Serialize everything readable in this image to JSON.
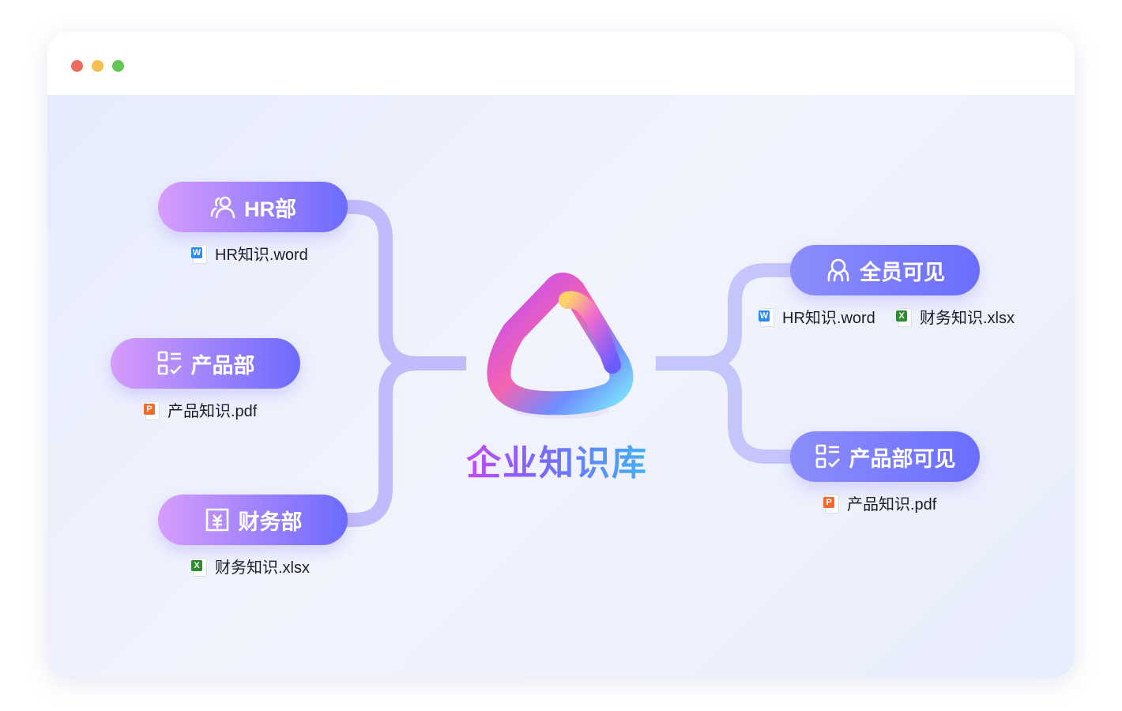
{
  "window": {
    "controls": [
      "close",
      "minimize",
      "maximize"
    ],
    "colors": {
      "close": "#ee6a5f",
      "minimize": "#f5be4f",
      "maximize": "#62c554"
    }
  },
  "center": {
    "title": "企业知识库"
  },
  "departments": [
    {
      "label": "HR部",
      "icon": "users-icon",
      "file": {
        "name": "HR知识.word",
        "type": "W",
        "color": "#2a8cf0"
      }
    },
    {
      "label": "产品部",
      "icon": "checklist-icon",
      "file": {
        "name": "产品知识.pdf",
        "type": "P",
        "color": "#f46a2a"
      }
    },
    {
      "label": "财务部",
      "icon": "finance-icon",
      "file": {
        "name": "财务知识.xlsx",
        "type": "X",
        "color": "#2e8b2e"
      }
    }
  ],
  "visibility": [
    {
      "label": "全员可见",
      "icon": "group-icon",
      "files": [
        {
          "name": "HR知识.word",
          "type": "W",
          "color": "#2a8cf0"
        },
        {
          "name": "财务知识.xlsx",
          "type": "X",
          "color": "#2e8b2e"
        }
      ]
    },
    {
      "label": "产品部可见",
      "icon": "checklist-icon",
      "files": [
        {
          "name": "产品知识.pdf",
          "type": "P",
          "color": "#f46a2a"
        }
      ]
    }
  ]
}
